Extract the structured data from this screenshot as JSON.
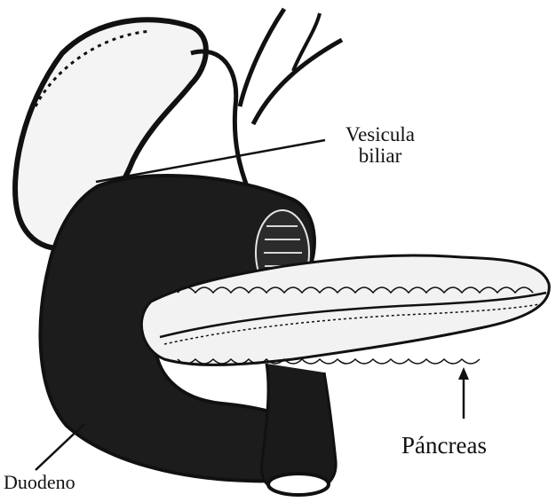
{
  "labels": {
    "vesicula_line1": "Vesicula",
    "vesicula_line2": "biliar",
    "pancreas": "Páncreas",
    "duodeno": "Duodeno"
  },
  "colors": {
    "ink": "#111111",
    "dark_fill": "#1a1a1a",
    "mid_fill": "#2e2e2e",
    "light_fill": "#f2f2f2",
    "background": "#ffffff"
  }
}
